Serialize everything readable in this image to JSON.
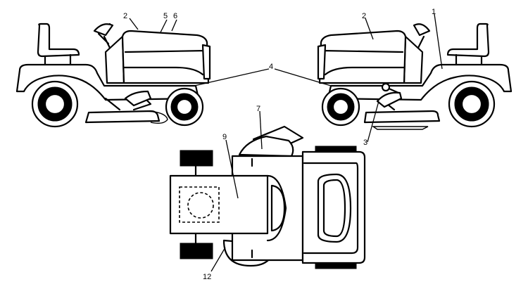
{
  "callouts": [
    {
      "id": "c1",
      "label": "1"
    },
    {
      "id": "c2a",
      "label": "2"
    },
    {
      "id": "c2b",
      "label": "2"
    },
    {
      "id": "c3",
      "label": "3"
    },
    {
      "id": "c4",
      "label": "4"
    },
    {
      "id": "c5",
      "label": "5"
    },
    {
      "id": "c6",
      "label": "6"
    },
    {
      "id": "c7",
      "label": "7"
    },
    {
      "id": "c9",
      "label": "9"
    },
    {
      "id": "c12",
      "label": "12"
    }
  ]
}
